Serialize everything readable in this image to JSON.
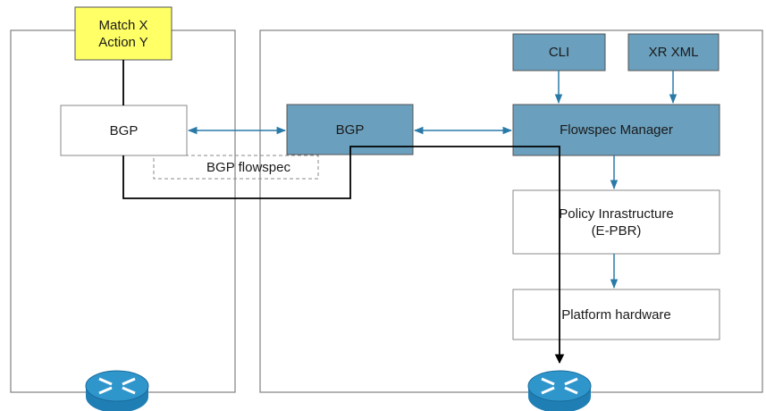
{
  "router_a": {
    "match_action": "Match X\nAction Y",
    "bgp": "BGP"
  },
  "router_b": {
    "bgp": "BGP",
    "cli": "CLI",
    "xr_xml": "XR XML",
    "flowspec_manager": "Flowspec Manager",
    "policy_infrastructure": "Policy Inrastructure\n(E-PBR)",
    "platform_hardware": "Platform hardware"
  },
  "session": {
    "label": "BGP flowspec"
  },
  "colors": {
    "steel_blue_fill": "#6a9fbd",
    "match_fill": "#ffff66",
    "arrow_blue": "#2a7aa8",
    "router_blue": "#1f7fb5"
  },
  "icons": {
    "router_left": "router-icon",
    "router_right": "router-icon"
  }
}
